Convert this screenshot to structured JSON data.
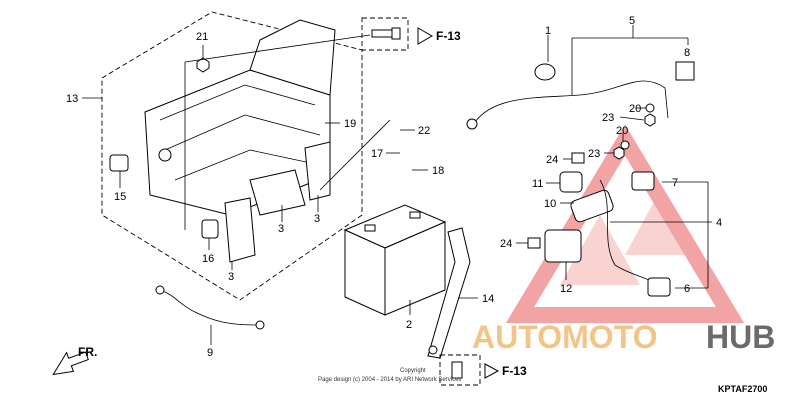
{
  "diagram": {
    "code": "KPTAF2700",
    "copyright_line1": "Copyright",
    "copyright_line2": "Page design (c) 2004 - 2014 by ARI Network Services",
    "front_label": "FR.",
    "ref_top": "F-13",
    "ref_bottom": "F-13",
    "watermark": {
      "auto": "AUTOMOTO",
      "hub": "HUB"
    },
    "callouts": {
      "c1": "1",
      "c2": "2",
      "c3a": "3",
      "c3b": "3",
      "c3c": "3",
      "c4": "4",
      "c5": "5",
      "c6": "6",
      "c7": "7",
      "c8": "8",
      "c9": "9",
      "c10": "10",
      "c11": "11",
      "c12": "12",
      "c13": "13",
      "c14": "14",
      "c15": "15",
      "c16": "16",
      "c17": "17",
      "c18": "18",
      "c19": "19",
      "c20a": "20",
      "c20b": "20",
      "c21": "21",
      "c22": "22",
      "c23a": "23",
      "c23b": "23",
      "c24a": "24",
      "c24b": "24"
    }
  }
}
